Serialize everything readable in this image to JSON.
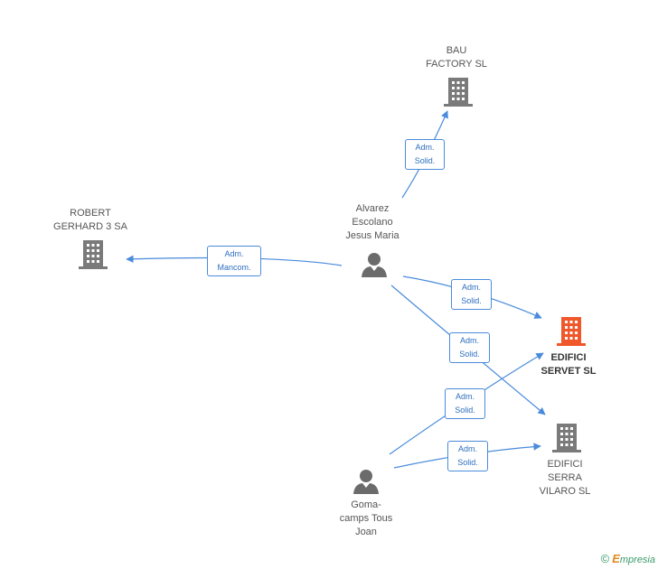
{
  "nodes": {
    "bau": {
      "lines": [
        "BAU",
        "FACTORY SL"
      ],
      "kind": "company"
    },
    "robert": {
      "lines": [
        "ROBERT",
        "GERHARD 3 SA"
      ],
      "kind": "company"
    },
    "alvarez": {
      "lines": [
        "Alvarez",
        "Escolano",
        "Jesus Maria"
      ],
      "kind": "person"
    },
    "servet": {
      "lines": [
        "EDIFICI",
        "SERVET SL"
      ],
      "kind": "company",
      "focus": true
    },
    "serra": {
      "lines": [
        "EDIFICI",
        "SERRA",
        "VILARO SL"
      ],
      "kind": "company"
    },
    "goma": {
      "lines": [
        "Goma-",
        "camps Tous",
        "Joan"
      ],
      "kind": "person"
    }
  },
  "edges": [
    {
      "id": "e1",
      "label": [
        "Adm.",
        "Solid."
      ]
    },
    {
      "id": "e2",
      "label": [
        "Adm.",
        "Mancom."
      ]
    },
    {
      "id": "e3",
      "label": [
        "Adm.",
        "Solid."
      ]
    },
    {
      "id": "e4",
      "label": [
        "Adm.",
        "Solid."
      ]
    },
    {
      "id": "e5",
      "label": [
        "Adm.",
        "Solid."
      ]
    },
    {
      "id": "e6",
      "label": [
        "Adm.",
        "Solid."
      ]
    }
  ],
  "colors": {
    "edge": "#4a8bdc",
    "company_icon": "#7a7a7a",
    "focus_icon": "#f0582c",
    "person_icon": "#6b6b6b"
  },
  "footer": {
    "copyright": "©",
    "brand_initial": "E",
    "brand_rest": "mpresia"
  }
}
